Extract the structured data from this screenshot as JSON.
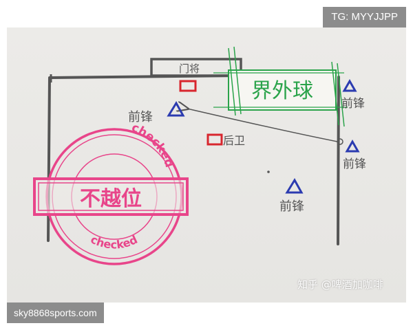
{
  "overlay": {
    "telegram_tag": "TG: MYYJJPP",
    "site_url": "sky8868sports.com",
    "credit": "知乎 @啤酒加咖啡"
  },
  "diagram": {
    "out_of_bounds_label": "界外球",
    "goalkeeper_label": "门将",
    "defender_label": "后卫",
    "forward_label": "前锋",
    "verdict_label": "不越位",
    "stamp_text": "checked",
    "colors": {
      "ink": "#4a4a4a",
      "attacker": "#2b3bb0",
      "defender": "#d8262e",
      "highlight": "#2aa34a",
      "stamp": "#e8458a"
    }
  }
}
